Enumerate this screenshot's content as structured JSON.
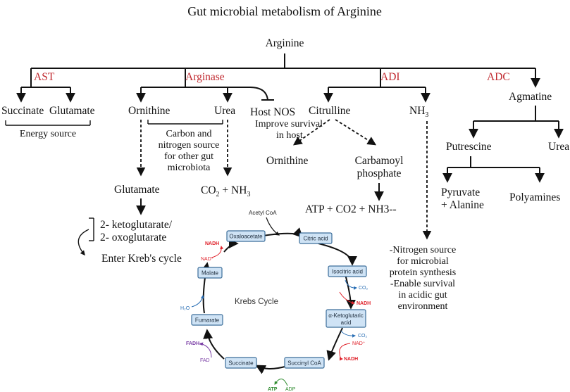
{
  "title": "Gut microbial metabolism of Arginine",
  "root": "Arginine",
  "enzymes": {
    "ast": "AST",
    "arginase": "Arginase",
    "adi": "ADI",
    "adc": "ADC"
  },
  "ast": {
    "succinate": "Succinate",
    "glutamate": "Glutamate",
    "energy": "Energy source"
  },
  "arginase": {
    "ornithine": "Ornithine",
    "urea": "Urea",
    "carbon_lines": [
      "Carbon and",
      "nitrogen source",
      "for other gut",
      "microbiota"
    ],
    "host_nos": "Host NOS",
    "improve_lines": [
      "Improve survival",
      "in host"
    ],
    "glutamate": "Glutamate",
    "co2": "CO",
    "co2_sub": "2",
    "nh3_plus": " + NH",
    "nh3_sub": "3",
    "keto_lines": [
      "2- ketoglutarate/",
      "2- oxoglutarate"
    ],
    "enter": "Enter Kreb's cycle"
  },
  "adi": {
    "citrulline": "Citrulline",
    "nh3": "NH",
    "nh3_sub": "3",
    "ornithine": "Ornithine",
    "carbamoyl_lines": [
      "Carbamoyl",
      "phosphate"
    ],
    "atp_line": "ATP + CO2 + NH3--",
    "nitrogen_lines": [
      "-Nitrogen source",
      "for microbial",
      "protein synthesis",
      "-Enable survival",
      "in acidic gut",
      "environment"
    ]
  },
  "adc": {
    "agmatine": "Agmatine",
    "putrescine": "Putrescine",
    "urea": "Urea",
    "pyruvate_lines": [
      "Pyruvate",
      "+ Alanine"
    ],
    "polyamines": "Polyamines"
  },
  "krebs": {
    "label": "Krebs Cycle",
    "acetyl": "Acetyl CoA",
    "boxes": {
      "oxaloacetate": "Oxaloacetate",
      "citric": "Citric acid",
      "isocitric": "Isocitric acid",
      "aketo": [
        "α-Ketoglutaric",
        "acid"
      ],
      "succinyl": "Succinyl CoA",
      "succinate": "Succinate",
      "fumarate": "Fumarate",
      "malate": "Malate"
    },
    "nadh": "NADH",
    "nad": "NAD⁺",
    "co2": "CO₂",
    "h2o": "H₂O",
    "fadh2": "FADH₂",
    "fad": "FAD",
    "atp": "ATP",
    "adp": "ADP"
  },
  "colors": {
    "enzyme": "#c0282e",
    "box_fill": "#cfe3f5",
    "box_stroke": "#3c6e9a",
    "nadh": "#e0222b",
    "co2": "#2a6fb5",
    "fadh": "#7b3fa6",
    "atp": "#2e8b2e"
  }
}
